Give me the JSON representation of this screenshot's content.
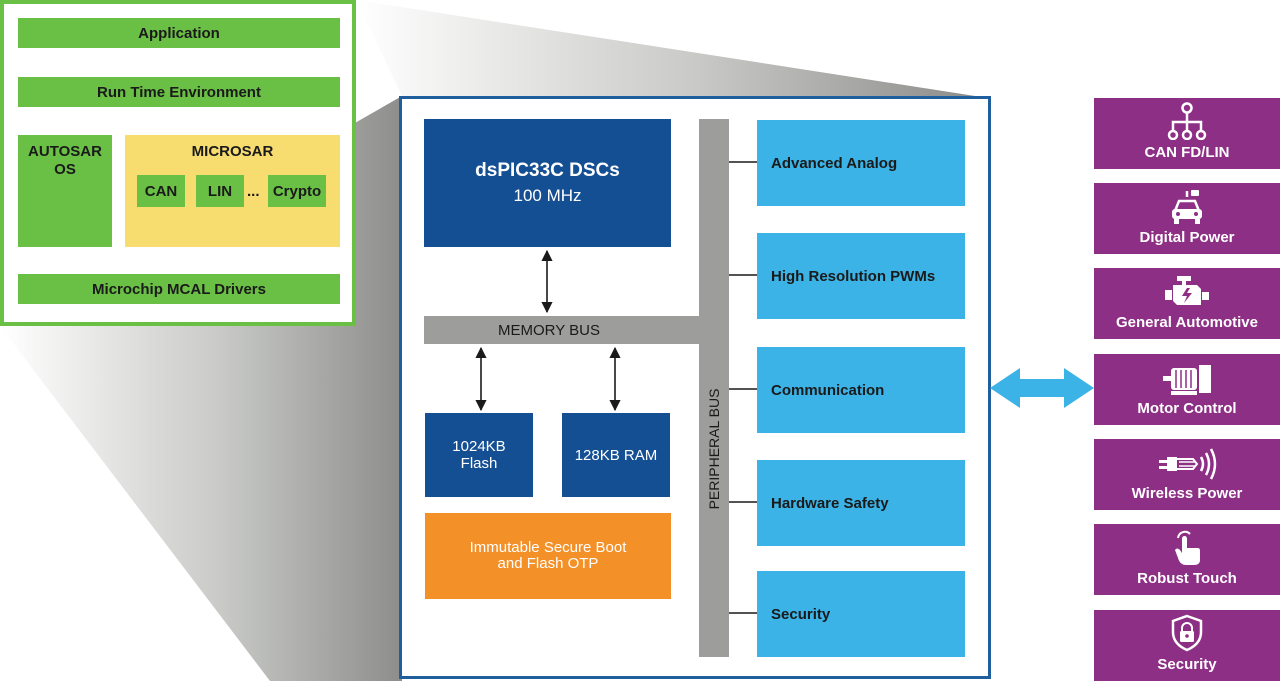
{
  "software_stack": {
    "application": "Application",
    "rte": "Run Time Environment",
    "autosar_os_line1": "AUTOSAR",
    "autosar_os_line2": "OS",
    "microsar": "MICROSAR",
    "modules": [
      "CAN",
      "LIN",
      "Crypto"
    ],
    "ellipsis": "...",
    "mcal": "Microchip MCAL Drivers"
  },
  "device": {
    "core_title": "dsPIC33C DSCs",
    "core_speed": "100 MHz",
    "memory_bus": "MEMORY BUS",
    "peripheral_bus": "PERIPHERAL BUS",
    "flash_line1": "1024KB",
    "flash_line2": "Flash",
    "ram": "128KB RAM",
    "secure_boot_line1": "Immutable Secure Boot",
    "secure_boot_line2": "and Flash OTP",
    "peripherals": [
      "Advanced Analog",
      "High Resolution PWMs",
      "Communication",
      "Hardware Safety",
      "Security"
    ]
  },
  "applications": [
    {
      "label": "CAN FD/LIN",
      "icon": "network-tree-icon"
    },
    {
      "label": "Digital Power",
      "icon": "electric-car-icon"
    },
    {
      "label": "General Automotive",
      "icon": "engine-icon"
    },
    {
      "label": "Motor Control",
      "icon": "motor-icon"
    },
    {
      "label": "Wireless Power",
      "icon": "wireless-coil-icon"
    },
    {
      "label": "Robust Touch",
      "icon": "touch-hand-icon"
    },
    {
      "label": "Security",
      "icon": "shield-lock-icon"
    }
  ],
  "colors": {
    "green": "#6abf45",
    "yellow": "#f7dc6f",
    "dark_blue": "#154f93",
    "light_blue": "#3bb3e6",
    "orange": "#f39028",
    "purple": "#8e2f86",
    "bus_gray": "#9d9e9b",
    "frame_blue": "#1f5f9e"
  }
}
